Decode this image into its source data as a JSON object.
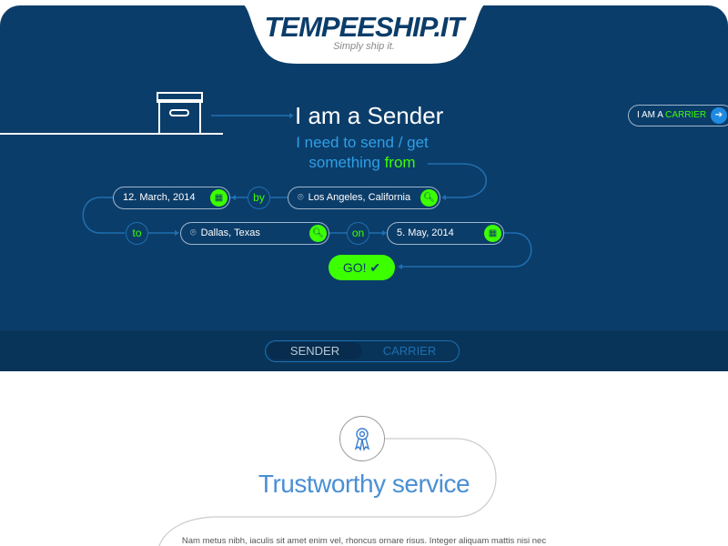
{
  "header": {
    "logo": "TEMPEESHIP.IT",
    "tagline": "Simply ship it."
  },
  "hero": {
    "title": "I am a Sender",
    "subtitle_line1": "I need to send / get",
    "subtitle_line2": "something",
    "subtitle_highlight": "from",
    "carrier_prefix": "I AM A",
    "carrier_highlight": "CARRIER"
  },
  "form": {
    "from_date": "12. March, 2014",
    "by_label": "by",
    "origin": "Los Angeles, California",
    "to_label": "to",
    "destination": "Dallas, Texas",
    "on_label": "on",
    "to_date": "5. May, 2014",
    "go_label": "GO!"
  },
  "toggle": {
    "options": [
      "SENDER",
      "CARRIER"
    ],
    "selected": "SENDER"
  },
  "features": {
    "title": "Trustworthy service",
    "text": "Nam metus nibh, iaculis sit amet enim vel, rhoncus ornare risus. Integer aliquam mattis nisi nec"
  },
  "colors": {
    "primary": "#0b3d6a",
    "accent": "#3cff00",
    "link": "#2e9fe6"
  }
}
